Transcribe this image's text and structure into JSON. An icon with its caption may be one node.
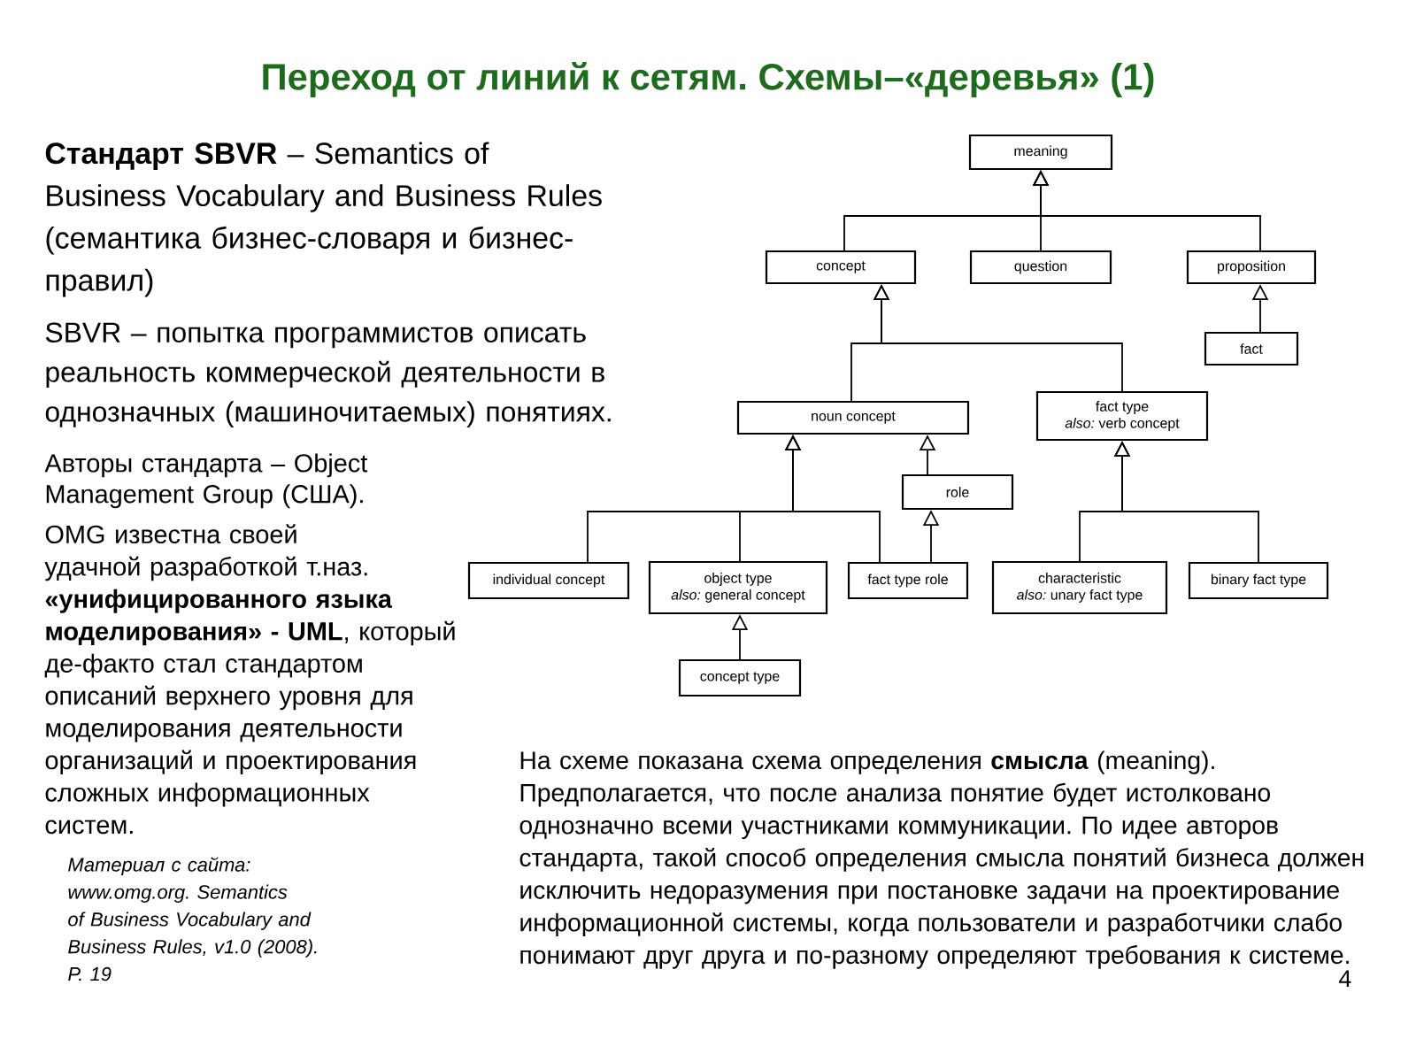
{
  "diagram": {
    "title": "Переход от линий к сетям. Схемы–«деревья» (1)",
    "nodes": [
      {
        "text": [
          "meaning"
        ]
      },
      {
        "text": [
          "concept"
        ]
      },
      {
        "text": [
          "question"
        ]
      },
      {
        "text": [
          "proposition"
        ]
      },
      {
        "text": [
          "fact"
        ]
      },
      {
        "text": [
          "noun concept"
        ]
      },
      {
        "text": [
          "fact type",
          "*also:* verb concept"
        ]
      },
      {
        "text": [
          "role"
        ]
      },
      {
        "text": [
          "individual concept"
        ]
      },
      {
        "text": [
          "object type",
          "*also:* general concept"
        ]
      },
      {
        "text": [
          "fact type role"
        ]
      },
      {
        "text": [
          "characteristic",
          "*also:* unary fact type"
        ]
      },
      {
        "text": [
          "binary fact type"
        ]
      },
      {
        "text": [
          "concept type"
        ]
      }
    ],
    "edges": [
      {
        "from": 1,
        "to": 0,
        "arrow": "to"
      },
      {
        "from": 2,
        "to": 0,
        "arrow": "to"
      },
      {
        "from": 3,
        "to": 0,
        "arrow": "to"
      },
      {
        "from": 4,
        "to": 3,
        "arrow": "to"
      },
      {
        "from": 5,
        "to": 1,
        "arrow": "to"
      },
      {
        "from": 6,
        "to": 1,
        "arrow": "to"
      },
      {
        "from": 7,
        "to": 5,
        "arrow": "to"
      },
      {
        "from": 8,
        "to": 5,
        "arrow": "to"
      },
      {
        "from": 9,
        "to": 5,
        "arrow": "to"
      },
      {
        "from": 10,
        "to": 5,
        "arrow": "to"
      },
      {
        "from": 10,
        "to": 7,
        "arrow": "to"
      },
      {
        "from": 11,
        "to": 6,
        "arrow": "to"
      },
      {
        "from": 12,
        "to": 6,
        "arrow": "to"
      },
      {
        "from": 13,
        "to": 9,
        "arrow": "to"
      }
    ],
    "labels": [
      "**Стандарт SBVR** – Semantics of Business Vocabulary and Business Rules (семантика бизнес-словаря и бизнес-правил)",
      "SBVR – попытка программистов описать реальность коммерческой деятельности в однозначных (машиночитаемых) понятиях.",
      "Авторы стандарта – Object Management Group (США).",
      "OMG известна своей удачной разработкой т.наз. **«унифицированного языка моделирования» - UML**, который де-факто стал стандартом описаний верхнего уровня для моделирования деятельности организаций и проектирования сложных информационных систем.",
      "На схеме показана схема определения **смысла** (meaning). Предполагается, что после анализа понятие будет истолковано однозначно всеми участниками коммуникации. По идее авторов стандарта, такой способ определения смысла понятий бизнеса должен исключить недоразумения при постановке задачи на проектирование информационной системы, когда пользователи и разработчики слабо понимают друг друга и по-разному определяют требования к системе.",
      "Материал с сайта: www.omg.org. Semantics of Business Vocabulary and Business Rules, v1.0 (2008). P. 19",
      "4"
    ]
  }
}
